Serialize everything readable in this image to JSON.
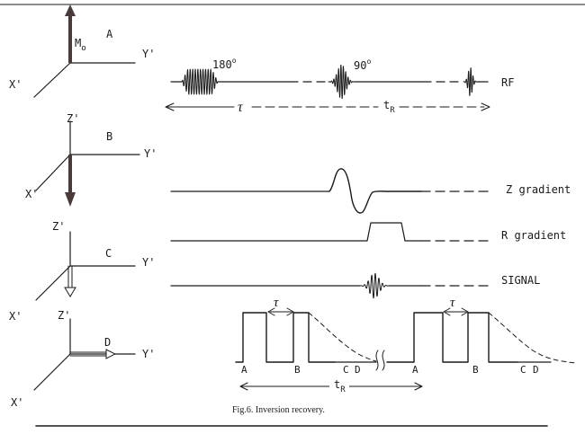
{
  "panels": [
    {
      "letter": "A",
      "z": "",
      "y": "Y'",
      "x": "X'",
      "m": "M",
      "msub": "o"
    },
    {
      "letter": "B",
      "z": "Z'",
      "y": "Y'",
      "x": "X'"
    },
    {
      "letter": "C",
      "z": "Z'",
      "y": "Y'",
      "x": "X'"
    },
    {
      "letter": "D",
      "z": "Z'",
      "y": "Y'",
      "x": "X'"
    }
  ],
  "rf": {
    "label": "RF",
    "pulse1": "180",
    "pulse2": "90",
    "deg": "o",
    "tau": "τ",
    "tr": "t",
    "tr_sub": "R"
  },
  "traces": {
    "z_gradient": "Z gradient",
    "r_gradient": "R gradient",
    "signal": "SIGNAL"
  },
  "sequence": {
    "left_letters": [
      "A",
      "B",
      "C",
      "D"
    ],
    "right_letters": [
      "A",
      "B",
      "C",
      "D"
    ],
    "tau": "τ",
    "tr": "t",
    "tr_sub": "R"
  },
  "caption": "Fig.6.  Inversion recovery."
}
